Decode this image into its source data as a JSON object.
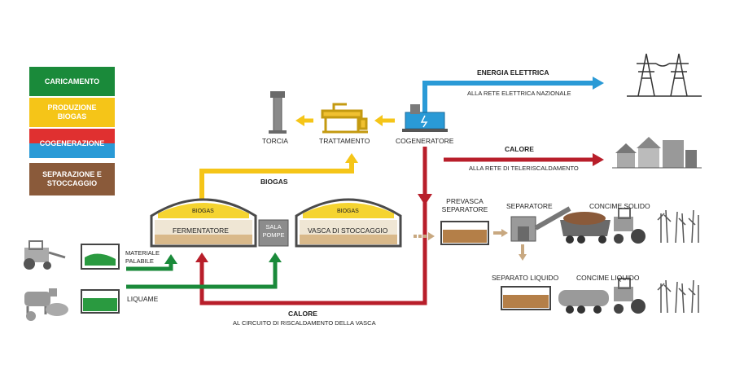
{
  "legend": [
    {
      "label": "CARICAMENTO",
      "color": "#1a8a3a"
    },
    {
      "label": "PRODUZIONE BIOGAS",
      "color": "#f5c518"
    },
    {
      "label": "COGENERAZIONE",
      "color": "#e03030"
    },
    {
      "label": "SEPARAZIONE E STOCCAGGIO",
      "color": "#8a5a3a"
    }
  ],
  "labels": {
    "energia_elettrica": "ENERGIA ELETTRICA",
    "alla_rete_elettrica": "ALLA RETE ELETTRICA NAZIONALE",
    "calore_top": "CALORE",
    "alla_rete_teleriscaldamento": "ALLA RETE DI TELERISCALDAMENTO",
    "torcia": "TORCIA",
    "trattamento": "TRATTAMENTO",
    "cogeneratore": "COGENERATORE",
    "biogas_flow": "BIOGAS",
    "biogas_dome_1": "BIOGAS",
    "biogas_dome_2": "BIOGAS",
    "fermentatore": "FERMENTATORE",
    "sala_pompe": "SALA POMPE",
    "vasca_stoccaggio": "VASCA DI STOCCAGGIO",
    "materiale_palabile": "MATERIALE PALABILE",
    "liquame": "LIQUAME",
    "calore_bottom": "CALORE",
    "circuito": "AL CIRCUITO DI RISCALDAMENTO DELLA VASCA",
    "prevasca": "PREVASCA SEPARATORE",
    "separatore": "SEPARATORE",
    "concime_solido": "CONCIME SOLIDO",
    "separato_liquido": "SEPARATO LIQUIDO",
    "concime_liquido": "CONCIME LIQUIDO"
  },
  "colors": {
    "green": "#1a8a3a",
    "yellow": "#f5c518",
    "red": "#b81e2a",
    "blue": "#2a9ad6",
    "brown": "#8a5a3a",
    "grey": "#8a8a8a"
  }
}
